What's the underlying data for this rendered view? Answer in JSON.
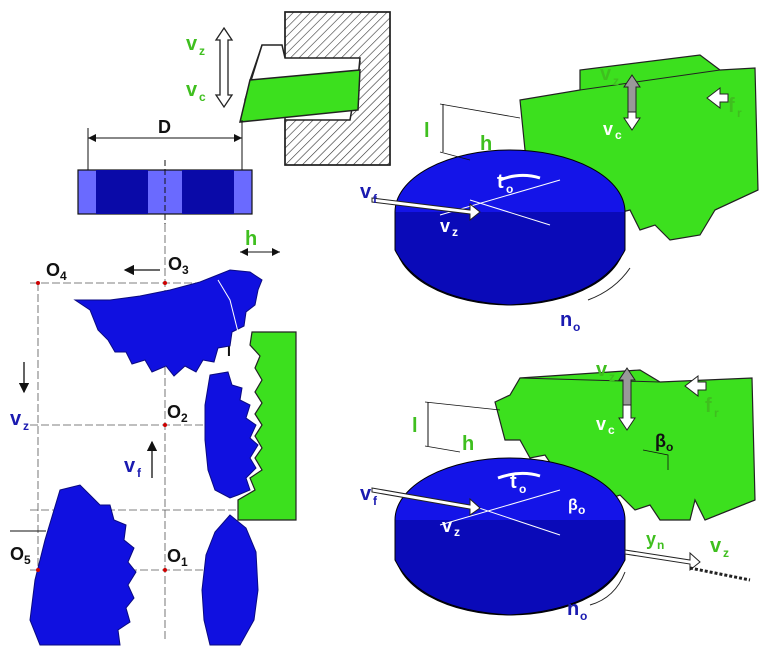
{
  "colors": {
    "blue": "#1010e0",
    "dark_blue": "#0a0aa0",
    "green": "#3ce01e",
    "label_blue": "#1a1ab0",
    "label_green": "#3fbf1f",
    "hatch": "#333333"
  },
  "labels": {
    "top_tool": {
      "vz": "v",
      "vz_sub": "z",
      "vc": "v",
      "vc_sub": "c"
    },
    "dimension_D": "D",
    "dimension_h_left": "h",
    "origins": {
      "o1": "O",
      "o1_sub": "1",
      "o2": "O",
      "o2_sub": "2",
      "o3": "O",
      "o3_sub": "3",
      "o4": "O",
      "o4_sub": "4",
      "o5": "O",
      "o5_sub": "5"
    },
    "left_vz": "v",
    "left_vz_sub": "z",
    "left_vf": "v",
    "left_vf_sub": "f",
    "roman_one": "I",
    "top_right": {
      "vz": "v",
      "vz_sub": "z",
      "fr": "f",
      "fr_sub": "r",
      "vc": "v",
      "vc_sub": "c",
      "l": "l",
      "h": "h",
      "to": "t",
      "to_sub": "o",
      "vf": "v",
      "vf_sub": "f",
      "vz_on_gear": "v",
      "vz_on_gear_sub": "z",
      "no": "n",
      "no_sub": "o"
    },
    "bottom_right": {
      "vz": "v",
      "vz_sub": "z",
      "fr": "f",
      "fr_sub": "r",
      "vc": "v",
      "vc_sub": "c",
      "beta_o": "β",
      "beta_o_sub": "o",
      "l": "l",
      "h": "h",
      "to": "t",
      "to_sub": "o",
      "vf": "v",
      "vf_sub": "f",
      "vz_on_gear": "v",
      "vz_on_gear_sub": "z",
      "beta_small": "β",
      "beta_small_sub": "o",
      "yn": "y",
      "yn_sub": "n",
      "vz_right": "v",
      "vz_right_sub": "z",
      "no": "n",
      "no_sub": "o"
    }
  }
}
